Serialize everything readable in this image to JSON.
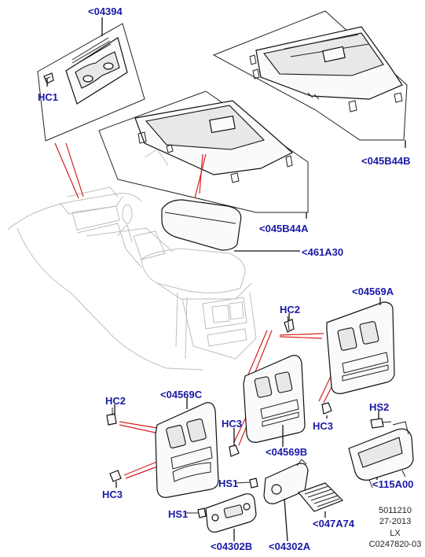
{
  "callouts": {
    "c04394": "<04394",
    "hc1": "HC1",
    "c045b44b": "<045B44B",
    "c045b44a": "<045B44A",
    "c461a30": "<461A30",
    "c04569a": "<04569A",
    "hc2_right": "HC2",
    "hc2_left": "HC2",
    "c04569c": "<04569C",
    "hc3_mid": "HC3",
    "hc3_right": "HC3",
    "c04569b": "<04569B",
    "hc3_left": "HC3",
    "hs2": "HS2",
    "c115a00": "<115A00",
    "hs1_mid": "HS1",
    "c047a74": "<047A74",
    "hs1_left": "HS1",
    "c04302b": "<04302B",
    "c04302a": "<04302A"
  },
  "reference": {
    "line1": "5011210",
    "line2": "27-2013",
    "line3": "LX",
    "line4": "C0247820-03"
  },
  "colors": {
    "callout_text": "#1a1aa6",
    "highlight_lines": "#d42020",
    "line_art": "#111111",
    "ghost_art": "#bdbdbd"
  }
}
